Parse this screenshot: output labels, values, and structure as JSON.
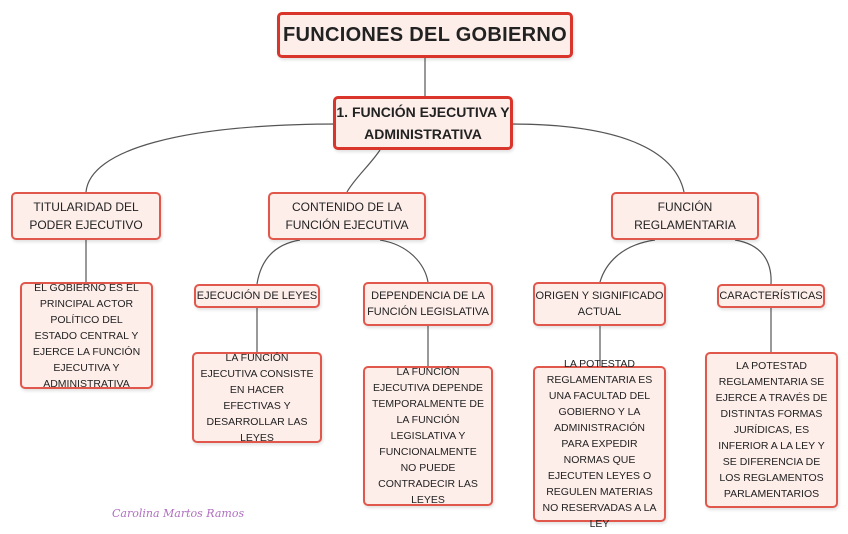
{
  "diagram": {
    "root": "FUNCIONES DEL GOBIERNO",
    "level1": "1. FUNCIÓN EJECUTIVA Y ADMINISTRATIVA",
    "titularidad": {
      "title": "TITULARIDAD DEL PODER EJECUTIVO",
      "detail": "EL GOBIERNO ES EL PRINCIPAL ACTOR POLÍTICO DEL ESTADO CENTRAL Y EJERCE LA FUNCIÓN EJECUTIVA Y ADMINISTRATIVA"
    },
    "contenido": {
      "title": "CONTENIDO DE LA FUNCIÓN EJECUTIVA",
      "ejecucion": {
        "title": "EJECUCIÓN DE LEYES",
        "detail": "LA FUNCIÓN EJECUTIVA CONSISTE EN HACER EFECTIVAS Y DESARROLLAR LAS LEYES"
      },
      "dependencia": {
        "title": "DEPENDENCIA DE LA FUNCIÓN LEGISLATIVA",
        "detail": "LA FUNCIÓN EJECUTIVA DEPENDE TEMPORALMENTE DE LA FUNCIÓN LEGISLATIVA Y FUNCIONALMENTE NO PUEDE CONTRADECIR LAS LEYES"
      }
    },
    "reglamentaria": {
      "title": "FUNCIÓN REGLAMENTARIA",
      "origen": {
        "title": "ORIGEN Y SIGNIFICADO ACTUAL",
        "detail": "LA POTESTAD REGLAMENTARIA ES UNA FACULTAD DEL GOBIERNO Y LA ADMINISTRACIÓN PARA EXPEDIR NORMAS QUE EJECUTEN LEYES O REGULEN MATERIAS NO RESERVADAS A LA LEY"
      },
      "caracteristicas": {
        "title": "CARACTERÍSTICAS",
        "detail": "LA POTESTAD REGLAMENTARIA SE EJERCE A TRAVÉS DE DISTINTAS FORMAS JURÍDICAS, ES INFERIOR A LA LEY Y SE DIFERENCIA DE LOS REGLAMENTOS PARLAMENTARIOS"
      }
    },
    "credit": "Carolina Martos Ramos"
  },
  "colors": {
    "border": "#e2574c",
    "fill": "#fdeeea",
    "line": "#555555",
    "credit": "#b06fc0"
  }
}
